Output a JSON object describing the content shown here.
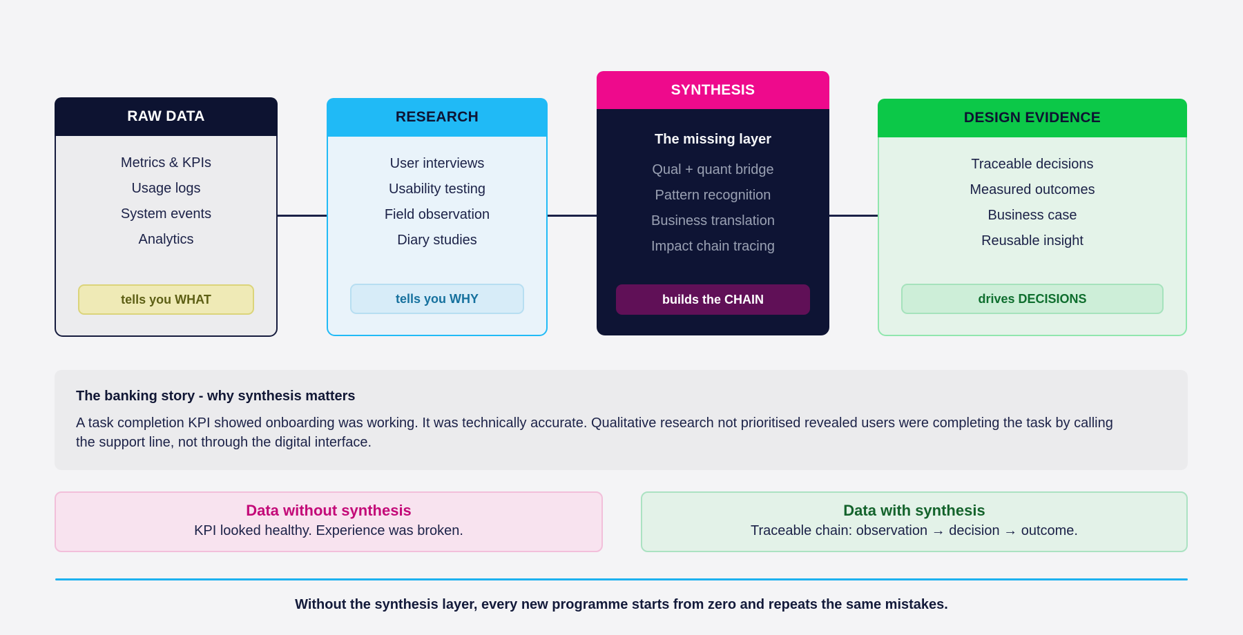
{
  "cards": [
    {
      "title": "RAW DATA",
      "items": [
        "Metrics & KPIs",
        "Usage logs",
        "System events",
        "Analytics"
      ],
      "badge": "tells you WHAT"
    },
    {
      "title": "RESEARCH",
      "items": [
        "User interviews",
        "Usability testing",
        "Field observation",
        "Diary studies"
      ],
      "badge": "tells you WHY"
    },
    {
      "title": "SYNTHESIS",
      "subtitle": "The missing layer",
      "items": [
        "Qual + quant bridge",
        "Pattern recognition",
        "Business translation",
        "Impact chain tracing"
      ],
      "badge": "builds the CHAIN"
    },
    {
      "title": "DESIGN EVIDENCE",
      "items": [
        "Traceable decisions",
        "Measured outcomes",
        "Business case",
        "Reusable insight"
      ],
      "badge": "drives DECISIONS"
    }
  ],
  "story": {
    "title": "The banking story - why synthesis matters",
    "body": "A task completion KPI showed onboarding was working. It was technically accurate. Qualitative research not prioritised revealed users were completing the task by calling the support line, not through the digital interface."
  },
  "comparison": {
    "left": {
      "title": "Data without synthesis",
      "subtitle": "KPI looked healthy. Experience was broken."
    },
    "right": {
      "title": "Data with synthesis",
      "subtitle": "Traceable chain: observation → decision → outcome."
    }
  },
  "footer": {
    "text": "Without the synthesis layer, every new programme starts from zero and repeats the same mistakes."
  },
  "colors": {
    "raw_data_header": "#0d1331",
    "research_header": "#20baf6",
    "synthesis_header": "#ee0a8c",
    "design_evidence_header": "#0cc848",
    "synthesis_body": "#0e1434",
    "chain_badge": "#601057",
    "divider_blue": "#1cb1ef",
    "without_title": "#c30a78",
    "with_title": "#14632c"
  }
}
